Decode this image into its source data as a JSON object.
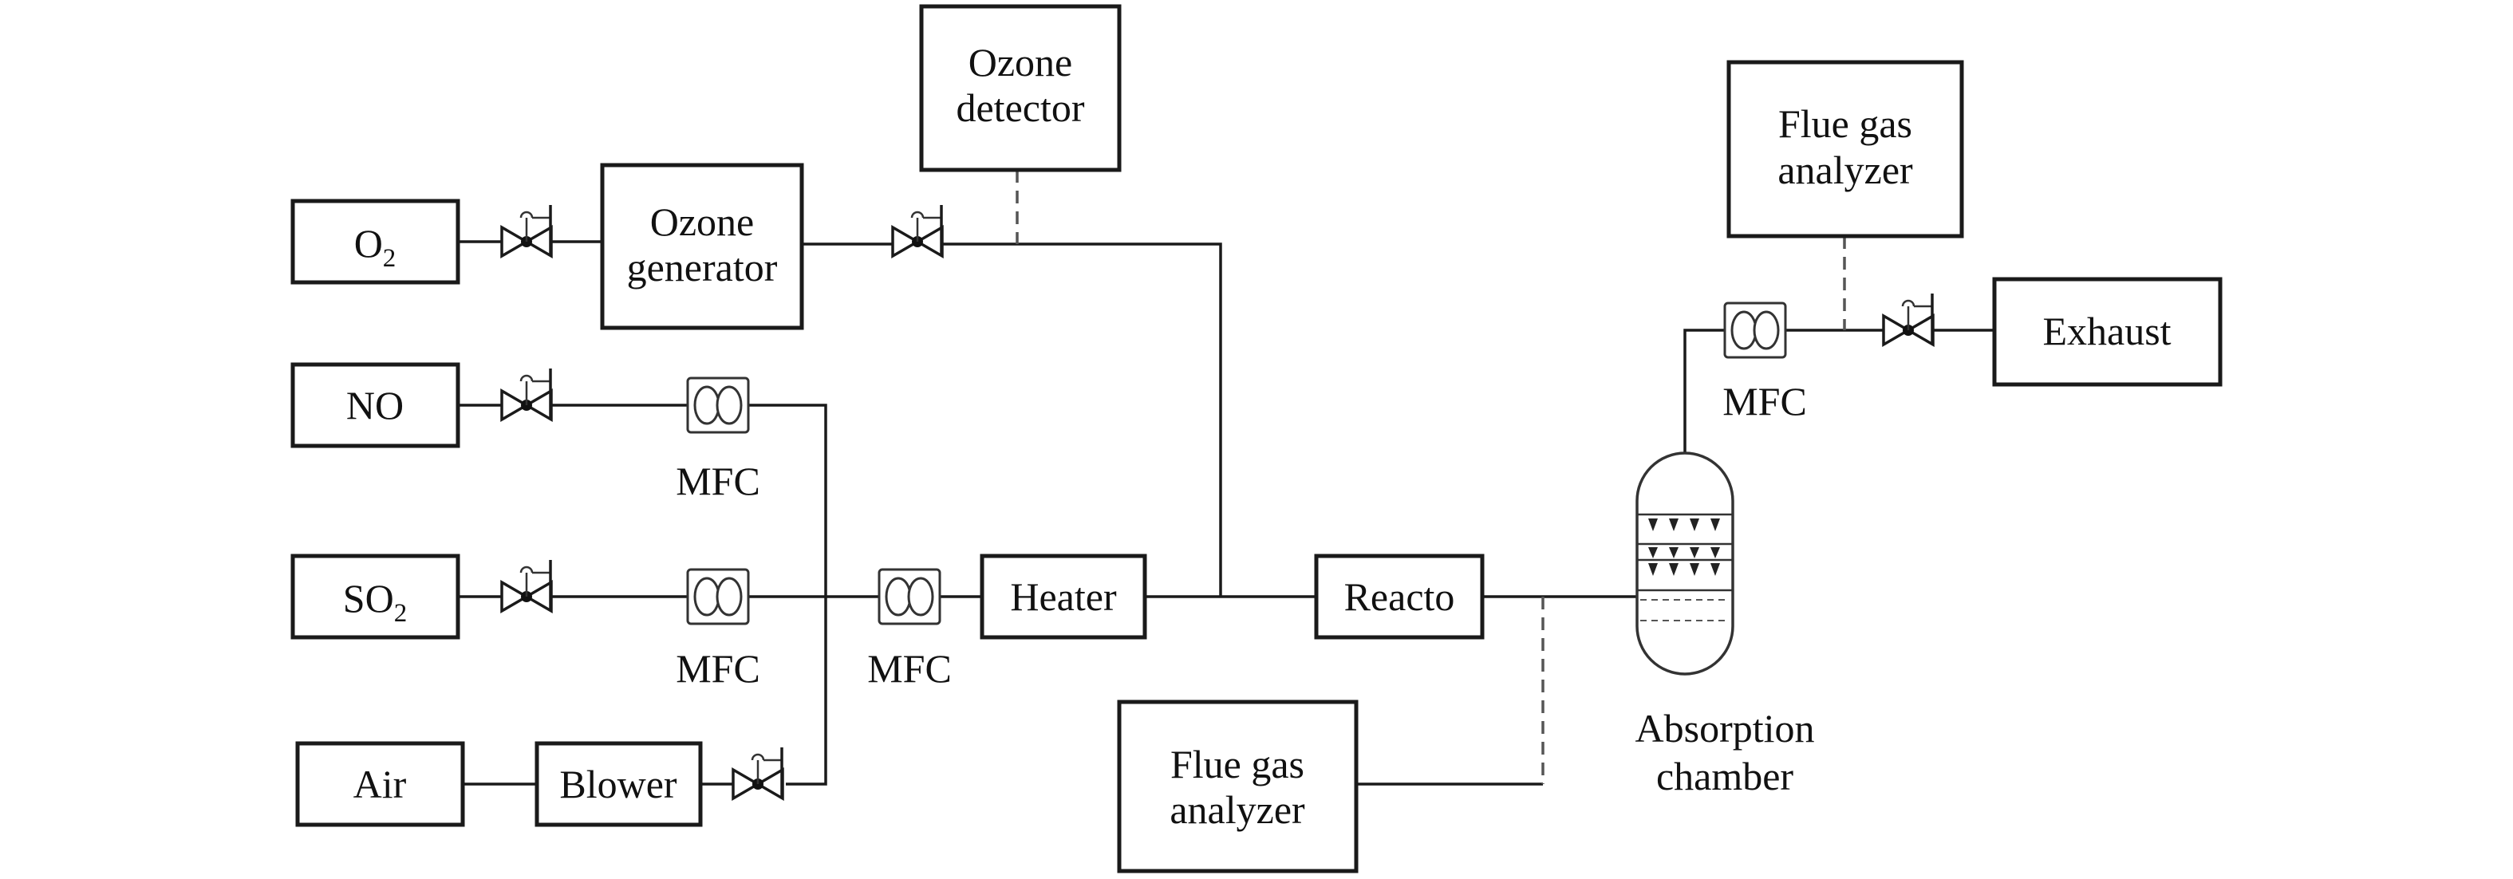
{
  "sources": {
    "o2": {
      "main": "O",
      "sub": "2"
    },
    "no": "NO",
    "so2": {
      "main": "SO",
      "sub": "2"
    },
    "air": "Air"
  },
  "equipment": {
    "ozone_generator": [
      "Ozone",
      "generator"
    ],
    "ozone_detector": [
      "Ozone",
      "detector"
    ],
    "blower": "Blower",
    "heater": "Heater",
    "reactor": "Reacto",
    "flue_gas_analyzer_bottom": [
      "Flue gas",
      "analyzer"
    ],
    "flue_gas_analyzer_top": [
      "Flue gas",
      "analyzer"
    ],
    "exhaust": "Exhaust",
    "absorption_chamber": [
      "Absorption",
      "chamber"
    ]
  },
  "mfc_labels": {
    "no_line": "MFC",
    "so2_line": "MFC",
    "mixed_line": "MFC",
    "outlet_line": "MFC"
  }
}
